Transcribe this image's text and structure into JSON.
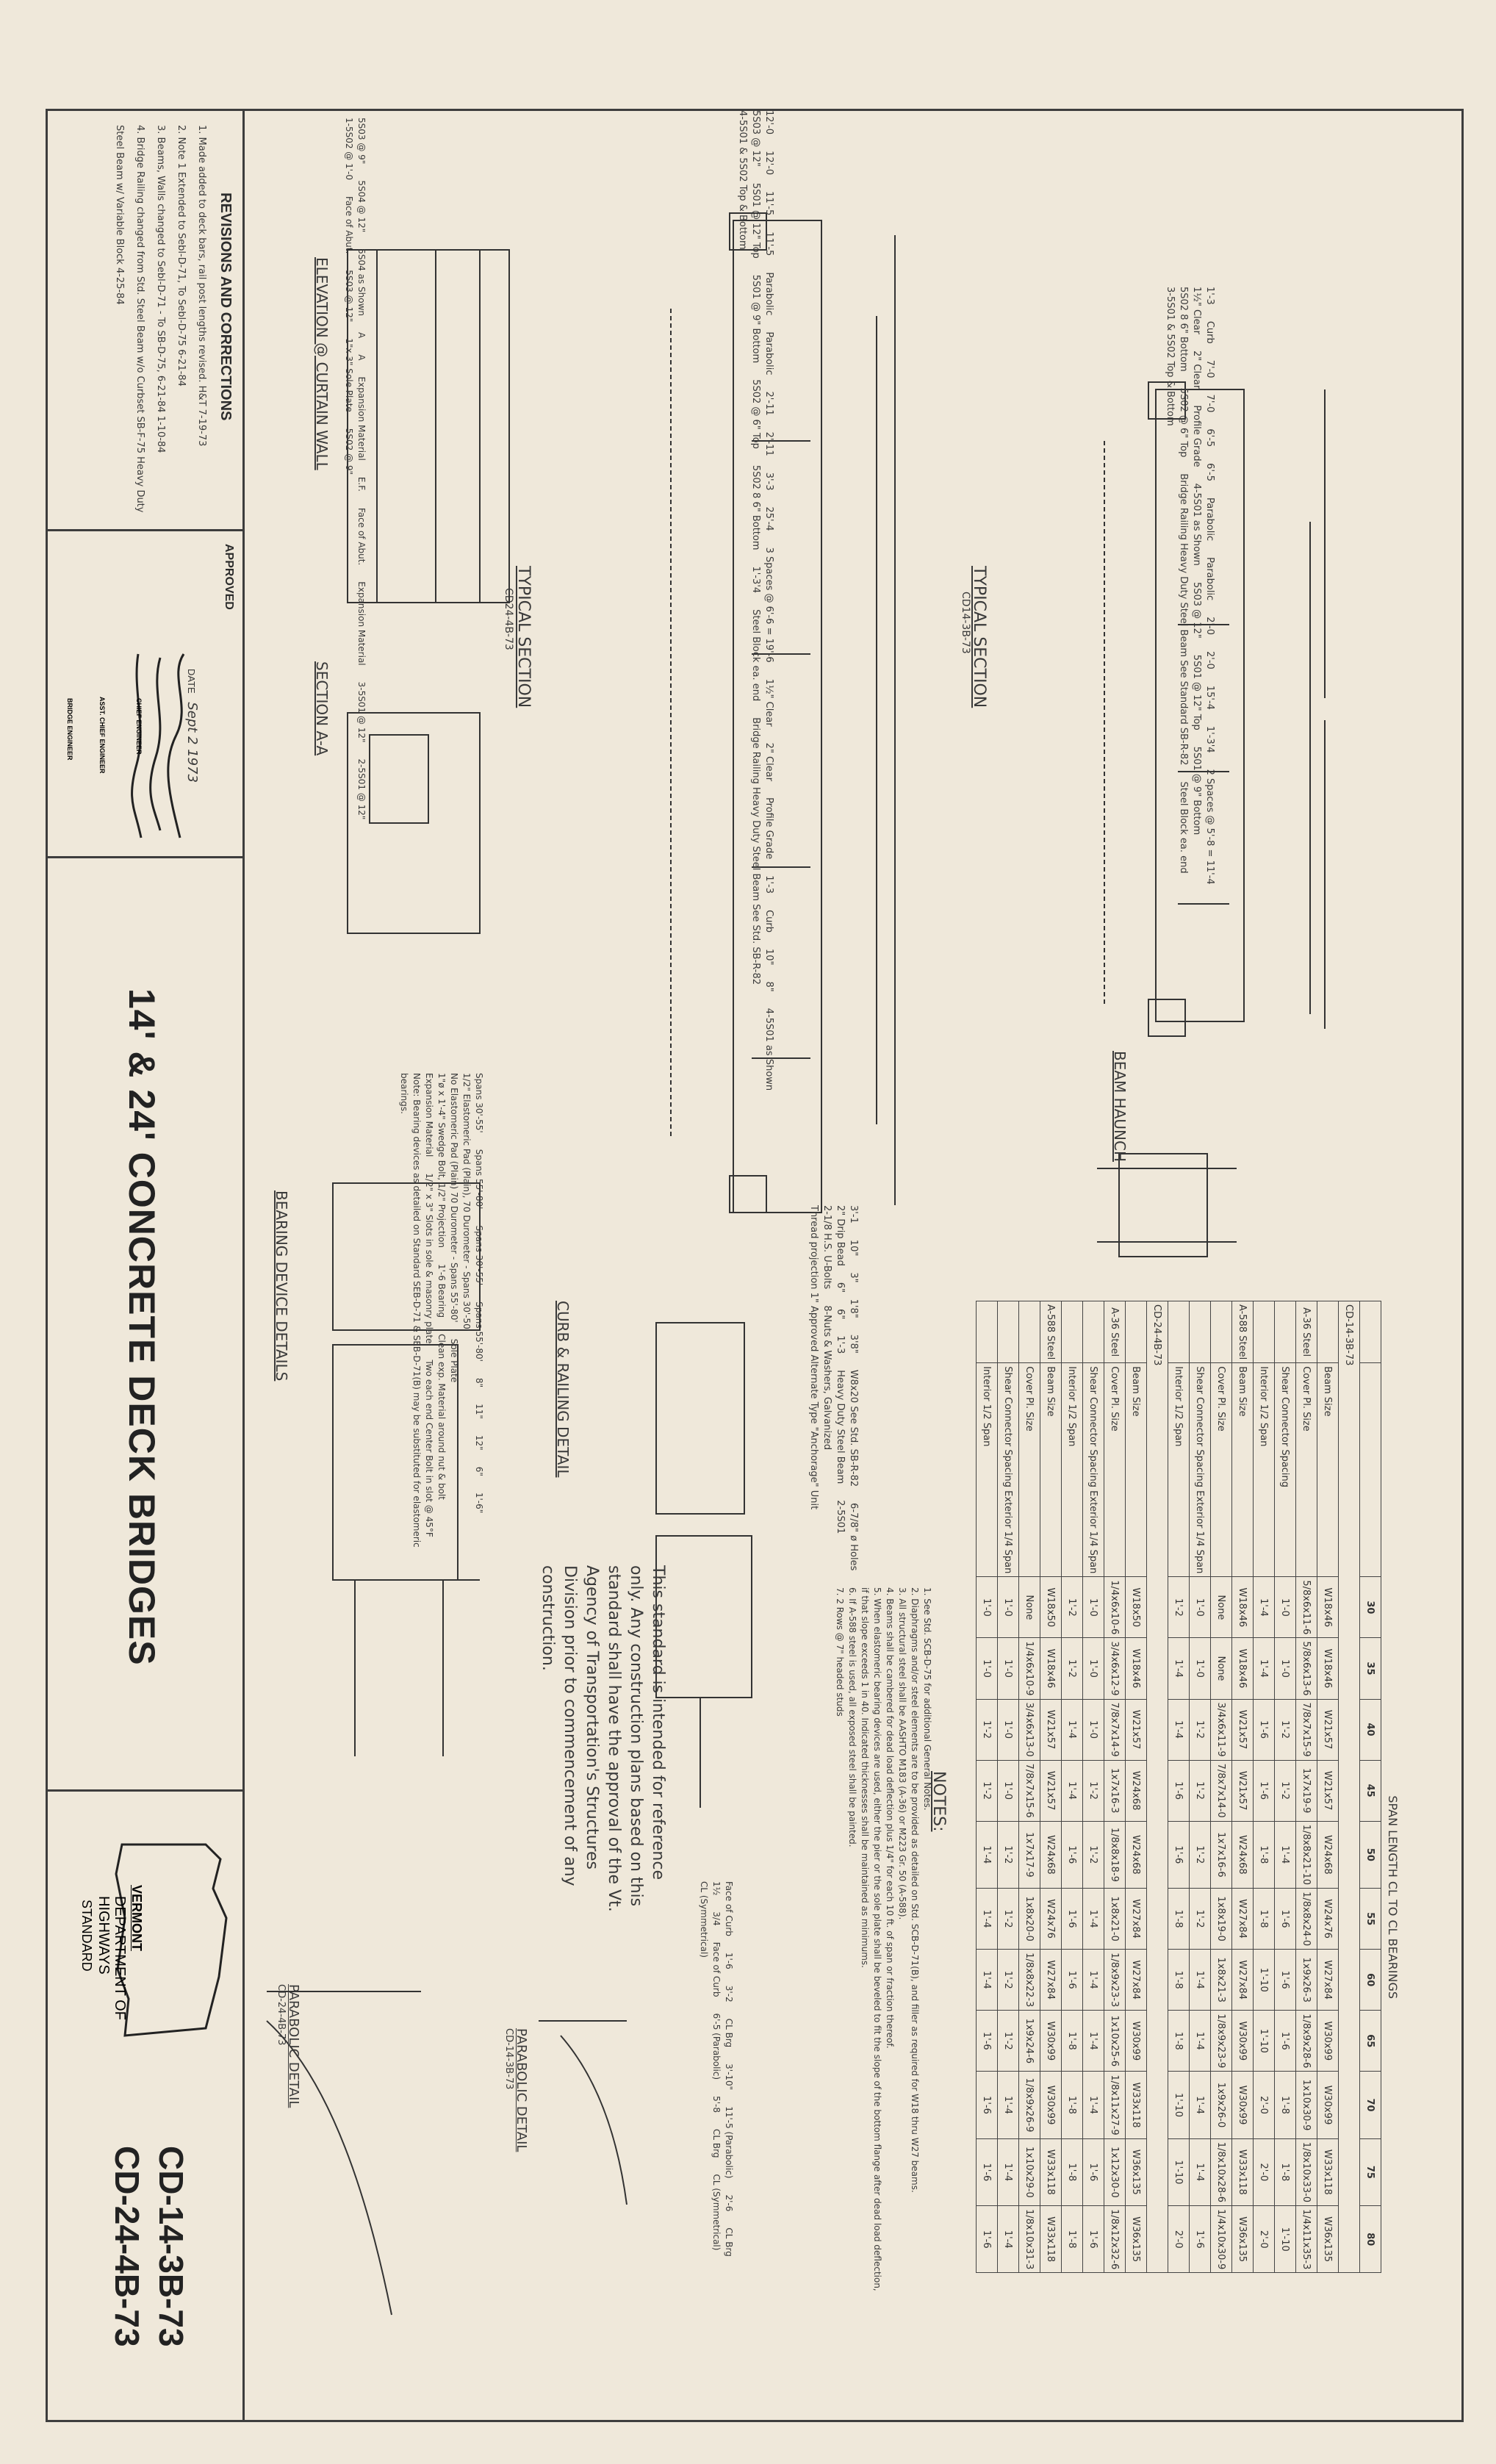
{
  "title_block": {
    "revisions_heading": "REVISIONS AND CORRECTIONS",
    "revisions": [
      "1. Made added to deck bars, rail post lengths revised. H&T 7-19-73",
      "2. Note 1 Extended to Sebl-D-71, To Sebl-D-75 6-21-84",
      "3. Beams, Walls changed to Sebl-D-71 - To SB-D-75, 6-21-84 1-10-84",
      "4. Bridge Railing changed from Std. Steel Beam w/o Curbset SB-F-75 Heavy Duty Steel Beam w/ Variable Block 4-25-84"
    ],
    "approved_label": "APPROVED",
    "date_label": "DATE",
    "date_value": "Sept 2 1973",
    "signatures": [
      "CHIEF ENGINEER",
      "ASST. CHIEF ENGINEER",
      "BRIDGE ENGINEER"
    ],
    "main_title": "14' & 24' CONCRETE DECK BRIDGES",
    "agency_state": "VERMONT",
    "agency_name": "DEPARTMENT OF HIGHWAYS",
    "agency_type": "STANDARD",
    "drawing_numbers": [
      "CD-14-3B-73",
      "CD-24-4B-73"
    ]
  },
  "views": {
    "typical_section_14": "TYPICAL SECTION",
    "typical_section_14_sub": "CD14-3B-73",
    "typical_section_24": "TYPICAL SECTION",
    "typical_section_24_sub": "CD24-4B-73",
    "beam_haunch": "BEAM HAUNCH",
    "elevation_curtain": "ELEVATION @ CURTAIN WALL",
    "section_aa": "SECTION A-A",
    "curb_railing": "CURB & RAILING DETAIL",
    "bearing_details": "BEARING DEVICE DETAILS",
    "parabolic_14": "PARABOLIC DETAIL",
    "parabolic_14_sub": "CD-14-3B-73",
    "parabolic_24": "PARABOLIC DETAIL",
    "parabolic_24_sub": "CD-24-4B-73"
  },
  "annotations_14": [
    "1'-3",
    "Curb",
    "7'-0",
    "7'-0",
    "6'-5",
    "6'-5",
    "Parabolic",
    "Parabolic",
    "2'-0",
    "2'-0",
    "15'-4",
    "1'-3'4",
    "2 Spaces @ 5'-8 = 11'-4",
    "1½\" Clear",
    "2\" Clear",
    "Profile Grade",
    "4-5S01 as Shown",
    "5S03 @ 12\"",
    "5S01 @ 12\" Top",
    "5S01 @ 9\" Bottom",
    "5S02 8 6\" Bottom",
    "5S02 @ 6\" Top",
    "Bridge Railing Heavy Duty Steel Beam See Standard SB-R-82",
    "Steel Block ea. end",
    "3-5S01 & 5S02 Top & Bottom"
  ],
  "annotations_24": [
    "12'-0",
    "12'-0",
    "11'-5",
    "11'-5",
    "Parabolic",
    "Parabolic",
    "2'-11",
    "2'-11",
    "3'-3",
    "25'-4",
    "3 Spaces @ 6'-6 = 19'-6",
    "1½\" Clear",
    "2\" Clear",
    "Profile Grade",
    "1'-3",
    "Curb",
    "10\"",
    "8\"",
    "4-5S01 as Shown",
    "5S03 @ 12\"",
    "5S01 @ 12\" Top",
    "5S01 @ 9\" Bottom",
    "5S02 @ 6\" Top",
    "5S02 8 6\" Bottom",
    "1'-3'4",
    "Steel Block ea. end",
    "Bridge Railing Heavy Duty Steel Beam See Std. SB-R-82",
    "4-5S01 & 5S02 Top & Bottom"
  ],
  "curb_annotations": [
    "3'-1",
    "10\"",
    "3\"",
    "1'8\"",
    "3'8\"",
    "W8x20 See Std. SB-R-82",
    "6-7/8\" ø Holes",
    "2\" Drip Bead",
    "6\"",
    "6\"",
    "1'-3",
    "Heavy Duty Steel Beam",
    "2-5S01",
    "2-1/8 H.S. U-Bolts",
    "8-Nuts & Washers, Galvanized",
    "Thread projection 1\" Approved Alternate Type \"Anchorage\" Unit"
  ],
  "bearing_annotations": [
    "Spans 30'-55'",
    "Spans 55'-80'",
    "Spans 30'-55'",
    "Spans 55'-80'",
    "8\"",
    "11\"",
    "12\"",
    "6\"",
    "1'-6\"",
    "1/2\" Elastomeric Pad (Plain), 70 Durometer - Spans 30'-50'",
    "No Elastomeric Pad (Plain) 70 Durometer - Spans 55'-80'",
    "Sole Plate",
    "1\"ø x 1'-4\" Swedge Bolt, 1/2\" Projection",
    "1'-6 Bearing",
    "Clean exp. Material around nut & bolt",
    "Expansion Material",
    "1/2\" x 3\" Slots in sole & masonry plate",
    "Two each end Center Bolt in slot @ 45°F",
    "Note: Bearing devices as detailed on Standard SEB-D-71 & SEB-D-71(B) may be substituted for elastomeric bearings."
  ],
  "elevation_annotations": [
    "5S03 @ 9\"",
    "5S04 @ 12\"",
    "5S04 as Shown",
    "A",
    "A",
    "Expansion Material",
    "E.F.",
    "Face of Abut.",
    "Expansion Material",
    "3-5S01 @ 12\"",
    "2-5S01 @ 12\"",
    "1-5S02 @ 1'-0",
    "Face of Abut.",
    "5S03 @ 12\"",
    "1\"x 3\" Sole Plate",
    "5S02 @ 9\""
  ],
  "parabolic_annotations": [
    "Face of Curb",
    "1'-6",
    "3'-2",
    "CL Brg",
    "3'-10\"",
    "11'-5 (Parabolic)",
    "2'-6",
    "CL Brg",
    "1½",
    "3/4",
    "Face of Curb",
    "6'-5 (Parabolic)",
    "5'-8",
    "CL Brg",
    "CL (Symmetrical)",
    "CL (Symmetrical)"
  ],
  "notes": {
    "heading": "NOTES:",
    "items": [
      "1. See Std. SCB-D-75 for additional General Notes.",
      "2. Diaphragms and/or steel elements are to be provided as detailed on Std. SCB-D-71(B), and filler as required for W18 thru W27 beams.",
      "3. All structural steel shall be AASHTO M183 (A-36) or M223 Gr. 50 (A-588).",
      "4. Beams shall be cambered for dead load deflection plus 1/4\" for each 10 ft. of span or fraction thereof.",
      "5. When elastomeric bearing devices are used, either the pier or the sole plate shall be beveled to fit the slope of the bottom flange after dead load deflection, if that slope exceeds 1 in 40. Indicated thicknesses shall be maintained as minimums.",
      "6. If A-588 steel is used, all exposed steel shall be painted.",
      "7. 2 Rows @ 7\" headed studs"
    ],
    "disclaimer": "This standard is intended for reference only. Any construction plans based on this standard shall have the approval of the Vt. Agency of Transportation's Structures Division prior to commencement of any construction."
  },
  "span_table": {
    "heading": "SPAN LENGTH CL TO CL BEARINGS",
    "spans": [
      "30",
      "35",
      "40",
      "45",
      "50",
      "55",
      "60",
      "65",
      "70",
      "75",
      "80"
    ],
    "sections": [
      {
        "title": "CD-14-3B-73",
        "rows": [
          {
            "group": "",
            "label": "Beam Size",
            "values": [
              "W18x46",
              "W18x46",
              "W21x57",
              "W21x57",
              "W24x68",
              "W24x76",
              "W27x84",
              "W30x99",
              "W30x99",
              "W33x118",
              "W36x135"
            ]
          },
          {
            "group": "A-36 Steel",
            "label": "Cover Pl. Size",
            "values": [
              "5/8x6x11-6",
              "5/8x6x13-6",
              "7/8x7x15-9",
              "1x7x19-9",
              "1/8x8x21-10",
              "1/8x8x24-0",
              "1x9x26-3",
              "1/8x9x28-6",
              "1x10x30-9",
              "1/8x10x33-0",
              "1/4x11x35-3"
            ]
          },
          {
            "group": "",
            "label": "Shear Connector Spacing",
            "values": [
              "1'-0",
              "1'-0",
              "1'-2",
              "1'-2",
              "1'-4",
              "1'-6",
              "1'-6",
              "1'-6",
              "1'-8",
              "1'-8",
              "1'-10"
            ]
          },
          {
            "group": "",
            "label": "Interior 1/2 Span",
            "values": [
              "1'-4",
              "1'-4",
              "1'-6",
              "1'-6",
              "1'-8",
              "1'-8",
              "1'-10",
              "1'-10",
              "2'-0",
              "2'-0",
              "2'-0"
            ]
          },
          {
            "group": "A-588 Steel",
            "label": "Beam Size",
            "values": [
              "W18x46",
              "W18x46",
              "W21x57",
              "W21x57",
              "W24x68",
              "W27x84",
              "W27x84",
              "W30x99",
              "W30x99",
              "W33x118",
              "W36x135"
            ]
          },
          {
            "group": "",
            "label": "Cover Pl. Size",
            "values": [
              "None",
              "None",
              "3/4x6x11-9",
              "7/8x7x14-0",
              "1x7x16-6",
              "1x8x19-0",
              "1x8x21-3",
              "1/8x9x23-9",
              "1x9x26-0",
              "1/8x10x28-6",
              "1/4x10x30-9"
            ]
          },
          {
            "group": "",
            "label": "Shear Connector Spacing Exterior 1/4 Span",
            "values": [
              "1'-0",
              "1'-0",
              "1'-2",
              "1'-2",
              "1'-2",
              "1'-2",
              "1'-4",
              "1'-4",
              "1'-4",
              "1'-4",
              "1'-6"
            ]
          },
          {
            "group": "",
            "label": "Interior 1/2 Span",
            "values": [
              "1'-2",
              "1'-4",
              "1'-4",
              "1'-6",
              "1'-6",
              "1'-8",
              "1'-8",
              "1'-8",
              "1'-10",
              "1'-10",
              "2'-0"
            ]
          }
        ]
      },
      {
        "title": "CD-24-4B-73",
        "rows": [
          {
            "group": "",
            "label": "Beam Size",
            "values": [
              "W18x50",
              "W18x46",
              "W21x57",
              "W24x68",
              "W24x68",
              "W27x84",
              "W27x84",
              "W30x99",
              "W33x118",
              "W36x135",
              "W36x135"
            ]
          },
          {
            "group": "A-36 Steel",
            "label": "Cover Pl. Size",
            "values": [
              "1/4x6x10-6",
              "3/4x6x12-9",
              "7/8x7x14-9",
              "1x7x16-3",
              "1/8x8x18-9",
              "1x8x21-0",
              "1/8x9x23-3",
              "1x10x25-6",
              "1/8x11x27-9",
              "1x12x30-0",
              "1/8x12x32-6"
            ]
          },
          {
            "group": "",
            "label": "Shear Connector Spacing Exterior 1/4 Span",
            "values": [
              "1'-0",
              "1'-0",
              "1'-0",
              "1'-2",
              "1'-2",
              "1'-4",
              "1'-4",
              "1'-4",
              "1'-4",
              "1'-6",
              "1'-6"
            ]
          },
          {
            "group": "",
            "label": "Interior 1/2 Span",
            "values": [
              "1'-2",
              "1'-2",
              "1'-4",
              "1'-4",
              "1'-6",
              "1'-6",
              "1'-6",
              "1'-8",
              "1'-8",
              "1'-8",
              "1'-8"
            ]
          },
          {
            "group": "A-588 Steel",
            "label": "Beam Size",
            "values": [
              "W18x50",
              "W18x46",
              "W21x57",
              "W21x57",
              "W24x68",
              "W24x76",
              "W27x84",
              "W30x99",
              "W30x99",
              "W33x118",
              "W33x118"
            ]
          },
          {
            "group": "",
            "label": "Cover Pl. Size",
            "values": [
              "None",
              "1/4x6x10-9",
              "3/4x6x13-0",
              "7/8x7x15-6",
              "1x7x17-9",
              "1x8x20-0",
              "1/8x8x22-3",
              "1x9x24-6",
              "1/8x9x26-9",
              "1x10x29-0",
              "1/8x10x31-3"
            ]
          },
          {
            "group": "",
            "label": "Shear Connector Spacing Exterior 1/4 Span",
            "values": [
              "1'-0",
              "1'-0",
              "1'-0",
              "1'-0",
              "1'-2",
              "1'-2",
              "1'-2",
              "1'-2",
              "1'-4",
              "1'-4",
              "1'-4"
            ]
          },
          {
            "group": "",
            "label": "Interior 1/2 Span",
            "values": [
              "1'-0",
              "1'-0",
              "1'-2",
              "1'-2",
              "1'-4",
              "1'-4",
              "1'-4",
              "1'-6",
              "1'-6",
              "1'-6",
              "1'-6"
            ]
          }
        ]
      }
    ]
  }
}
